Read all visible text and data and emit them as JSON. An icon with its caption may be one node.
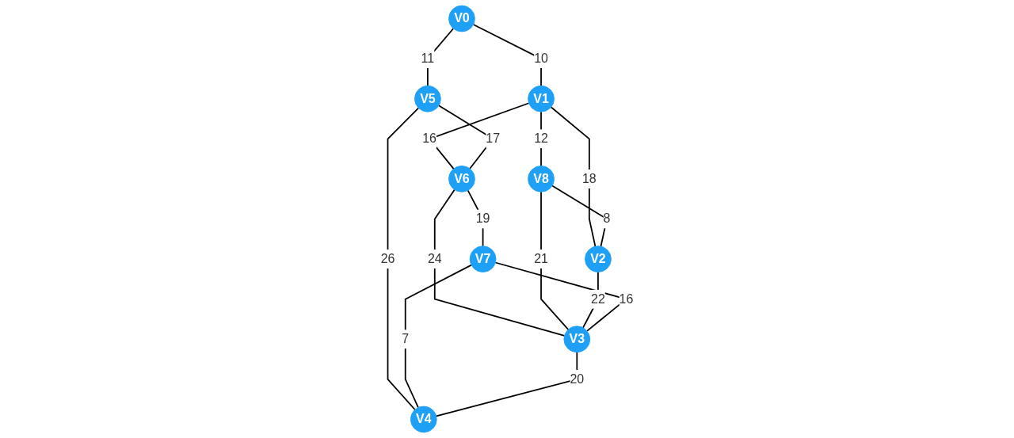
{
  "diagram": {
    "nodes": [
      {
        "text": [
          "V0"
        ]
      },
      {
        "text": [
          "V1"
        ]
      },
      {
        "text": [
          "V2"
        ]
      },
      {
        "text": [
          "V3"
        ]
      },
      {
        "text": [
          "V4"
        ]
      },
      {
        "text": [
          "V5"
        ]
      },
      {
        "text": [
          "V6"
        ]
      },
      {
        "text": [
          "V7"
        ]
      },
      {
        "text": [
          "V8"
        ]
      }
    ],
    "edges": [
      {
        "from": 0,
        "to": 1,
        "arrow": "none",
        "label": "10"
      },
      {
        "from": 0,
        "to": 5,
        "arrow": "none",
        "label": "11"
      },
      {
        "from": 1,
        "to": 6,
        "arrow": "none",
        "label": "16"
      },
      {
        "from": 1,
        "to": 2,
        "arrow": "none",
        "label": "18"
      },
      {
        "from": 1,
        "to": 8,
        "arrow": "none",
        "label": "12"
      },
      {
        "from": 5,
        "to": 6,
        "arrow": "none",
        "label": "17"
      },
      {
        "from": 5,
        "to": 4,
        "arrow": "none",
        "label": "26"
      },
      {
        "from": 6,
        "to": 7,
        "arrow": "none",
        "label": "19"
      },
      {
        "from": 6,
        "to": 3,
        "arrow": "none",
        "label": "24"
      },
      {
        "from": 8,
        "to": 2,
        "arrow": "none",
        "label": "8"
      },
      {
        "from": 8,
        "to": 3,
        "arrow": "none",
        "label": "21"
      },
      {
        "from": 2,
        "to": 3,
        "arrow": "none",
        "label": "22"
      },
      {
        "from": 7,
        "to": 3,
        "arrow": "none",
        "label": "16"
      },
      {
        "from": 7,
        "to": 4,
        "arrow": "none",
        "label": "7"
      },
      {
        "from": 3,
        "to": 4,
        "arrow": "none",
        "label": "20"
      }
    ]
  }
}
